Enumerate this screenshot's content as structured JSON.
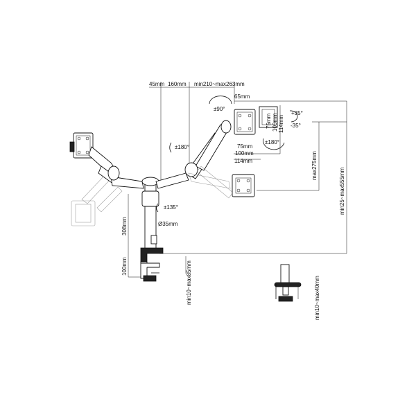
{
  "dimensions": {
    "d45": "45mm",
    "d160": "160mm",
    "arm_reach": "min210~max263mm",
    "d65": "65mm",
    "rot90": "±90°",
    "tilt_up": "+35°",
    "tilt_down": "-35°",
    "vesa75": "75mm",
    "vesa100": "100mm",
    "d114": "114mm",
    "vesa75v": "75mm",
    "vesa100v": "100mm",
    "d114v": "114mm",
    "rot180a": "±180°",
    "rot180b": "±180°",
    "rot135": "±135°",
    "pole_dia": "Ø35mm",
    "pole_height": "308mm",
    "clamp_height": "100mm",
    "clamp_range": "min10~max85mm",
    "grommet_range": "min10~max40mm",
    "max275": "max275mm",
    "height_range": "min25~max555mm"
  },
  "colors": {
    "line": "#111111",
    "fill": "#222222",
    "background": "#ffffff"
  }
}
